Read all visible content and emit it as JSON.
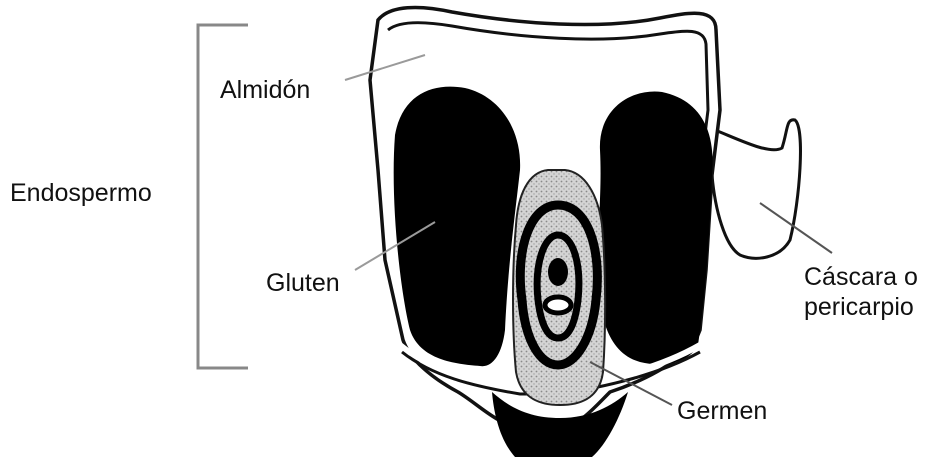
{
  "labels": {
    "endosperm": "Endospermo",
    "starch": "Almidón",
    "gluten": "Gluten",
    "germ": "Germen",
    "husk_line1": "Cáscara o",
    "husk_line2": "pericarpio"
  }
}
